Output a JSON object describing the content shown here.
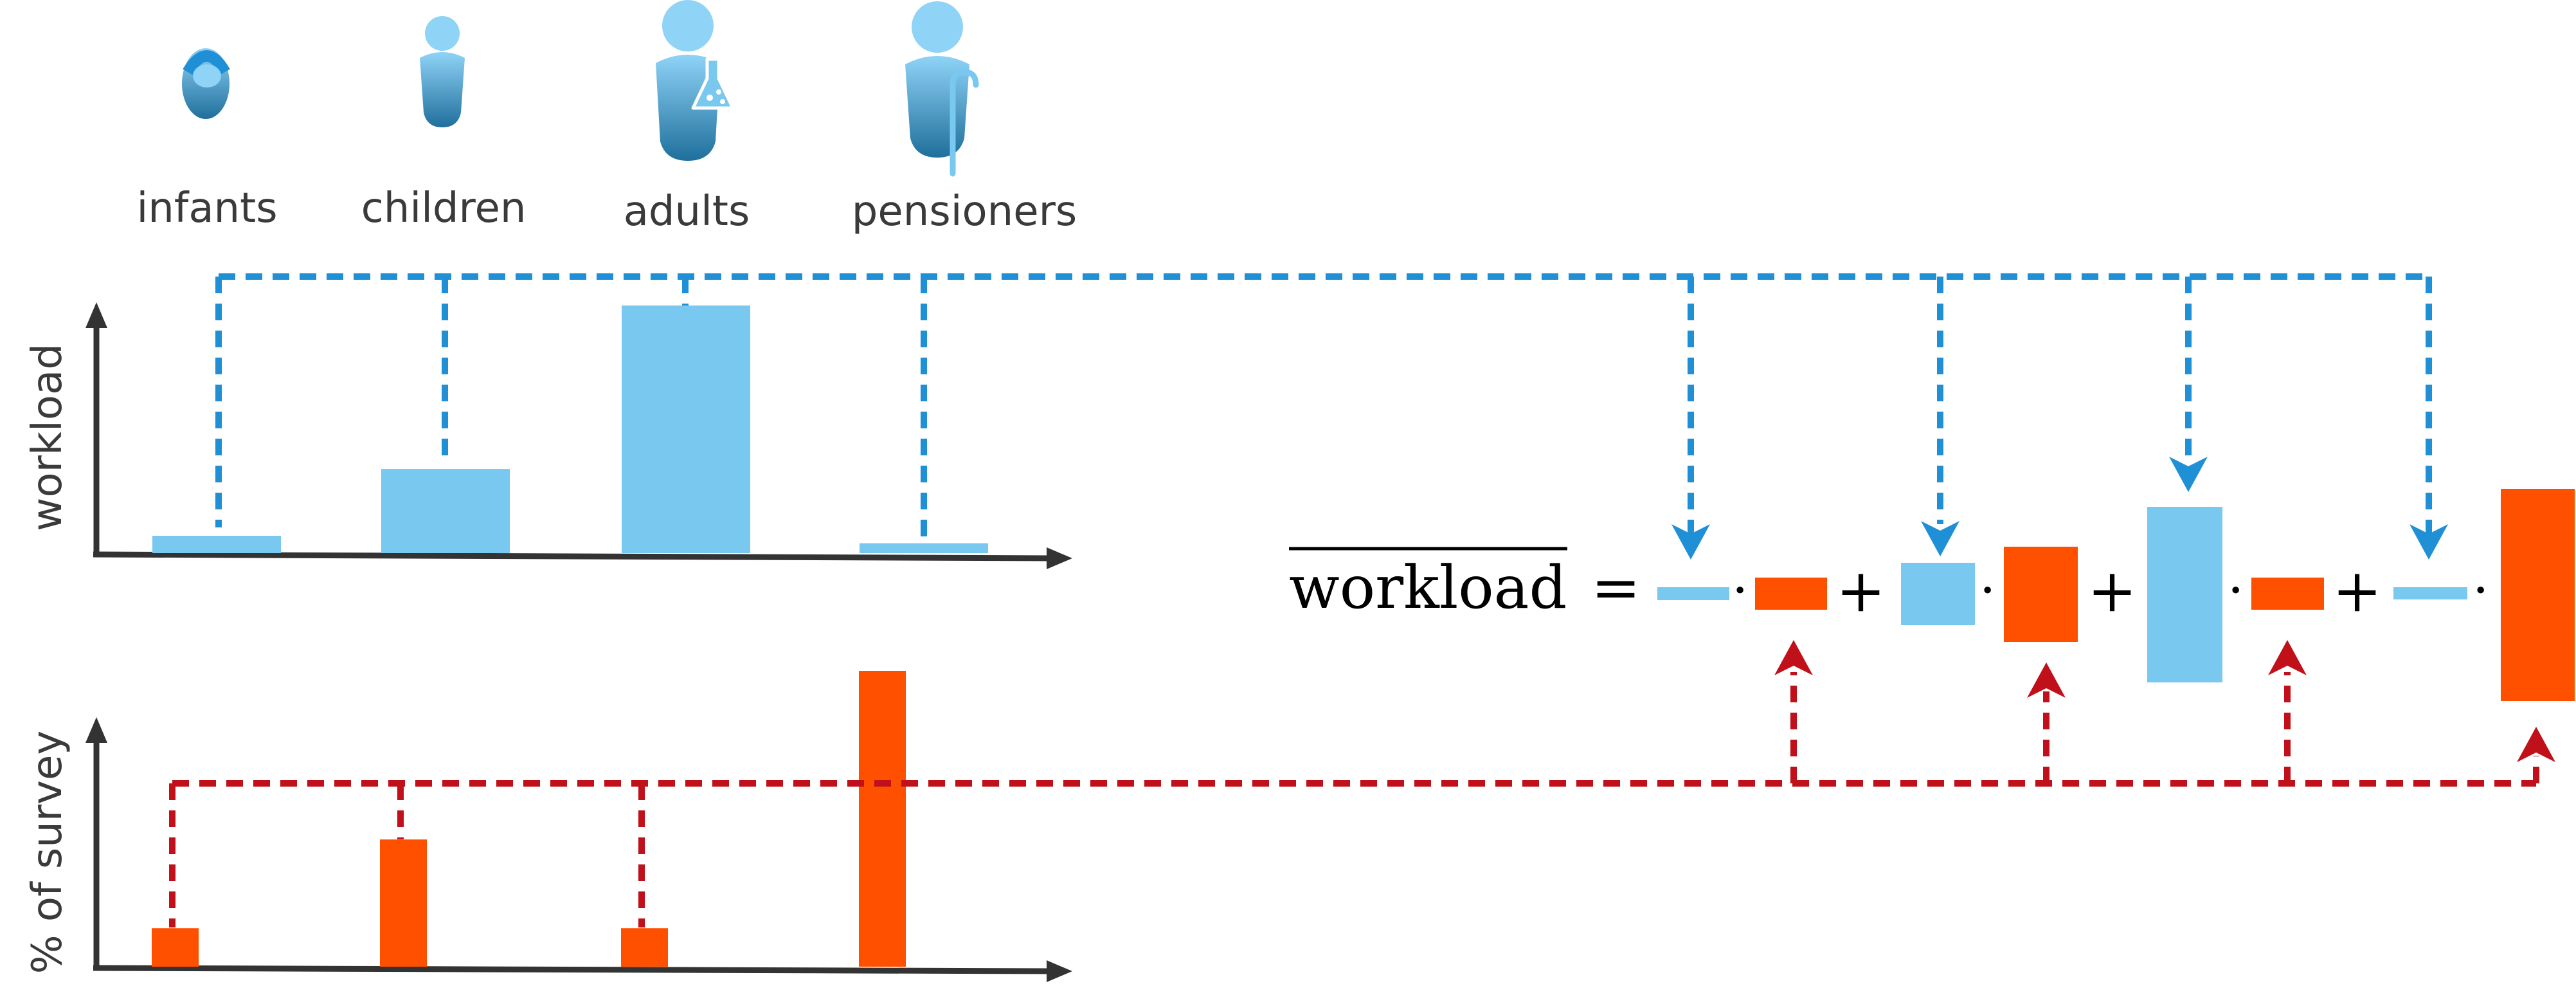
{
  "groups": [
    {
      "label": "infants",
      "icon": "infant-icon"
    },
    {
      "label": "children",
      "icon": "child-icon"
    },
    {
      "label": "adults",
      "icon": "adult-with-flask-icon"
    },
    {
      "label": "pensioners",
      "icon": "pensioner-with-cane-icon"
    }
  ],
  "formula": {
    "lhs": "workload",
    "equals": "=",
    "dot": "·",
    "plus": "+"
  },
  "colors": {
    "blue": "#79c8f0",
    "blue_line": "#1f8fd6",
    "orange": "#ff5000",
    "red_line": "#c0101a",
    "axis": "#333333",
    "icon_top": "#8fd3f7",
    "icon_bottom": "#1f6f9c"
  },
  "chart_data": [
    {
      "type": "bar",
      "categories": [
        "infants",
        "children",
        "adults",
        "pensioners"
      ],
      "ylabel": "workload",
      "values": [
        0.07,
        0.34,
        1.0,
        0.04
      ]
    },
    {
      "type": "bar",
      "categories": [
        "infants",
        "children",
        "adults",
        "pensioners"
      ],
      "ylabel": "% of survey",
      "values": [
        0.13,
        0.43,
        0.13,
        1.0
      ]
    }
  ]
}
